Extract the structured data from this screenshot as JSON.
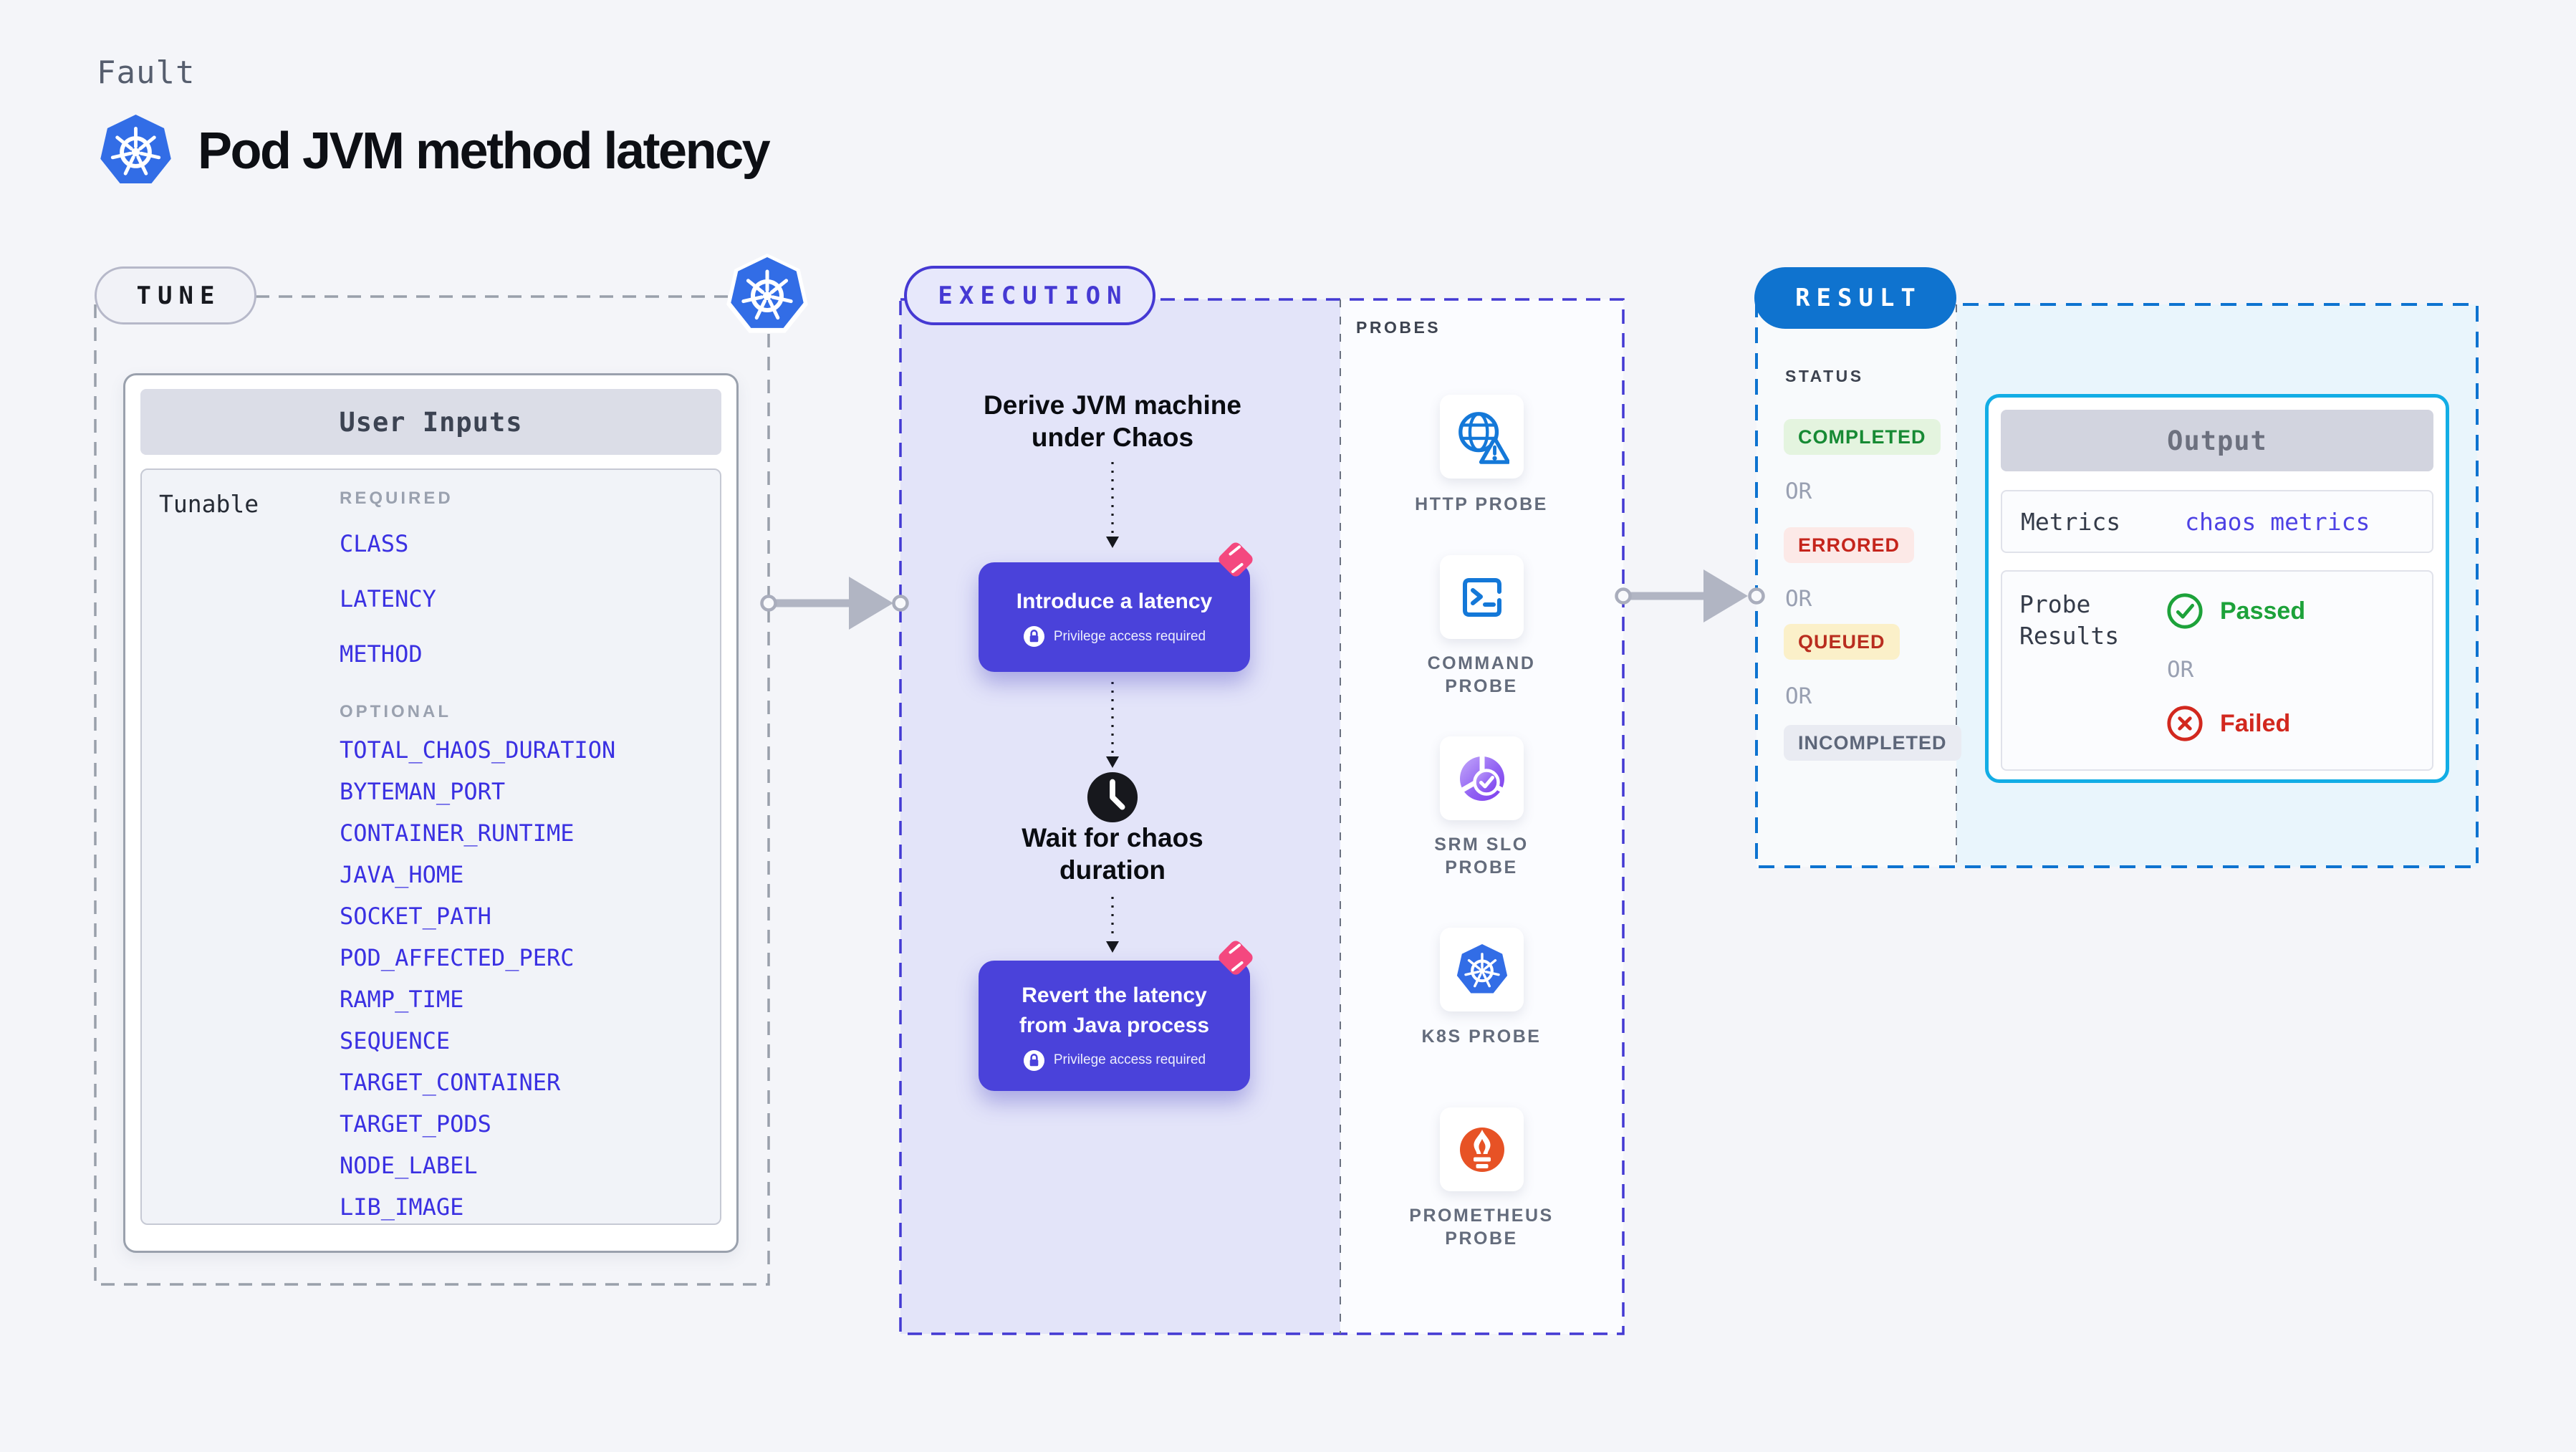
{
  "page": {
    "fault_label": "Fault",
    "title": "Pod JVM method latency"
  },
  "tune": {
    "label": "TUNE",
    "user_inputs": {
      "header": "User Inputs",
      "row_label": "Tunable",
      "required_label": "REQUIRED",
      "required_items": [
        "CLASS",
        "LATENCY",
        "METHOD"
      ],
      "optional_label": "OPTIONAL",
      "optional_items": [
        "TOTAL_CHAOS_DURATION",
        "BYTEMAN_PORT",
        "CONTAINER_RUNTIME",
        "JAVA_HOME",
        "SOCKET_PATH",
        "POD_AFFECTED_PERC",
        "RAMP_TIME",
        "SEQUENCE",
        "TARGET_CONTAINER",
        "TARGET_PODS",
        "NODE_LABEL",
        "LIB_IMAGE"
      ]
    }
  },
  "execution": {
    "label": "EXECUTION",
    "flow": {
      "step1": "Derive JVM machine\nunder Chaos",
      "action1": {
        "title": "Introduce a latency",
        "privilege": "Privilege access required"
      },
      "wait_step": "Wait for chaos\nduration",
      "action2": {
        "title": "Revert the latency\nfrom Java process",
        "privilege": "Privilege access required"
      }
    },
    "probes": {
      "label": "PROBES",
      "items": [
        "HTTP PROBE",
        "COMMAND PROBE",
        "SRM SLO PROBE",
        "K8S PROBE",
        "PROMETHEUS PROBE"
      ]
    }
  },
  "result": {
    "label": "RESULT",
    "status": {
      "label": "STATUS",
      "or_label": "OR",
      "badges": [
        {
          "text": "COMPLETED",
          "fg": "#178a34",
          "bg": "#e4f4df"
        },
        {
          "text": "ERRORED",
          "fg": "#c5251c",
          "bg": "#fce9e7"
        },
        {
          "text": "QUEUED",
          "fg": "#b92d1f",
          "bg": "#fbf0c9"
        },
        {
          "text": "INCOMPLETED",
          "fg": "#5d6679",
          "bg": "#e9ebf2"
        }
      ]
    },
    "output": {
      "header": "Output",
      "metrics_label": "Metrics",
      "metrics_value": "chaos metrics",
      "probe_results_label": "Probe\nResults",
      "passed_label": "Passed",
      "failed_label": "Failed",
      "or_label": "OR"
    }
  },
  "icons": {
    "kubernetes": "kubernetes-icon",
    "clock": "clock-icon",
    "lock": "lock-icon",
    "chaos": "chaos-pink-icon",
    "http_probe": "globe-warning-icon",
    "command_probe": "terminal-icon",
    "srm_slo_probe": "slo-gauge-icon",
    "k8s_probe": "kubernetes-icon",
    "prometheus_probe": "prometheus-icon",
    "passed": "check-circle-icon",
    "failed": "x-circle-icon"
  },
  "colors": {
    "background": "#f4f5f9",
    "indigo_accent": "#4a42da",
    "execution_fill": "#e3e4f9",
    "result_blue": "#0f73cf",
    "result_fill": "#e9f5fc",
    "cyan_border": "#12ade5",
    "pink_chaos": "#f4487f",
    "item_blue": "#3a30e2",
    "green_passed": "#1da23a",
    "red_failed": "#d2281e",
    "kubernetes_blue": "#326de6"
  }
}
